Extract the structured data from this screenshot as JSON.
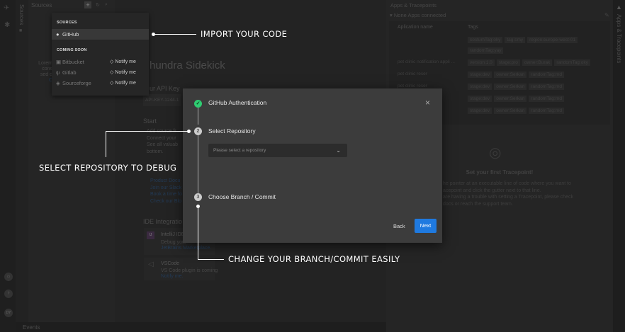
{
  "sidebar": {
    "sources_tab": "Sources",
    "bottom_avatar": "DY"
  },
  "sources_panel": {
    "title": "Sources",
    "lorem": [
      "Lorem",
      "cons",
      "sed d",
      "C"
    ]
  },
  "main": {
    "title": "hundra Sidekick",
    "api_label": "ur API Key",
    "api_key": "API-KEY-1244-1",
    "start_heading": "Start",
    "start_items": [
      "Add source fr",
      "Connect your",
      "See all valuab",
      "bottom."
    ],
    "resources_items": [
      "Product Docu",
      "Join our Slack",
      "Book a time fo",
      "Check our Blo"
    ],
    "ide_heading": "IDE Integratio",
    "intellij": {
      "name": "IntelliJ IDE",
      "desc": "Debug your",
      "link": "JetBrains Marketplace."
    },
    "vscode": {
      "name": "VSCode",
      "desc": "VS Code plugin is coming",
      "link": "Notify me."
    }
  },
  "bottom_bar": {
    "events": "Events"
  },
  "right_panel": {
    "title": "Apps & Tracepoints",
    "connected": "None Apps connected",
    "col_name": "Aplication name",
    "col_tags": "Tags",
    "vertical_tab": "Apps & Tracepoints",
    "rows": [
      {
        "name": "",
        "tags": [
          "costumTag:oky",
          "tag:cmy",
          "region:europe-west-01"
        ]
      },
      {
        "name": "",
        "tags": [
          "randomTag:yay"
        ]
      },
      {
        "name": "pet clinic notification appli ...",
        "tags": [
          "version:1.0",
          "stage:pro",
          "owner:Burak",
          "randomTag:oky"
        ]
      },
      {
        "name": "pet clinic reser",
        "tags": [
          "stage:dev",
          "owner:Serkan",
          "randomTag:rnd"
        ]
      },
      {
        "name": "pet clinic reser",
        "tags": [
          "stage:dev",
          "owner:Serkan",
          "randomTag:rnd"
        ]
      },
      {
        "name": "",
        "tags": [
          "stage:dev",
          "owner:Serkan",
          "randomTag:rnd"
        ]
      },
      {
        "name": "",
        "tags": [
          "stage:dev",
          "owner:Serkan",
          "randomTag:rnd"
        ]
      }
    ],
    "empty_title": "Set your first Tracepoint!",
    "empty_lines": [
      "he pointer at an executable line of code where you want to",
      "acepoint and click the gutter next to that line.",
      "are having a trouble with setting a Tracepoint, please check",
      "docs or reach the support team."
    ]
  },
  "menu": {
    "sources_heading": "SOURCES",
    "github": "GitHub",
    "coming_soon_heading": "COMING SOON",
    "coming": [
      {
        "label": "Bitbucket",
        "action": "Notify me"
      },
      {
        "label": "Gitlab",
        "action": "Notify me"
      },
      {
        "label": "Sourceforge",
        "action": "Notify me"
      }
    ]
  },
  "annotations": {
    "import": "IMPORT YOUR CODE",
    "select": "SELECT REPOSITORY TO DEBUG",
    "branch": "CHANGE YOUR BRANCH/COMMIT EASILY"
  },
  "modal": {
    "steps": [
      {
        "number": "✓",
        "label": "GitHub Authentication",
        "status": "done"
      },
      {
        "number": "2",
        "label": "Select Repository",
        "status": "active"
      },
      {
        "number": "3",
        "label": "Choose Branch / Commit",
        "status": "pending"
      }
    ],
    "repo_placeholder": "Please select a repository",
    "back": "Back",
    "next": "Next",
    "close": "×"
  },
  "colors": {
    "accent": "#1f7ae0",
    "success": "#2ecc71",
    "modal_bg": "#3c3c3c"
  }
}
